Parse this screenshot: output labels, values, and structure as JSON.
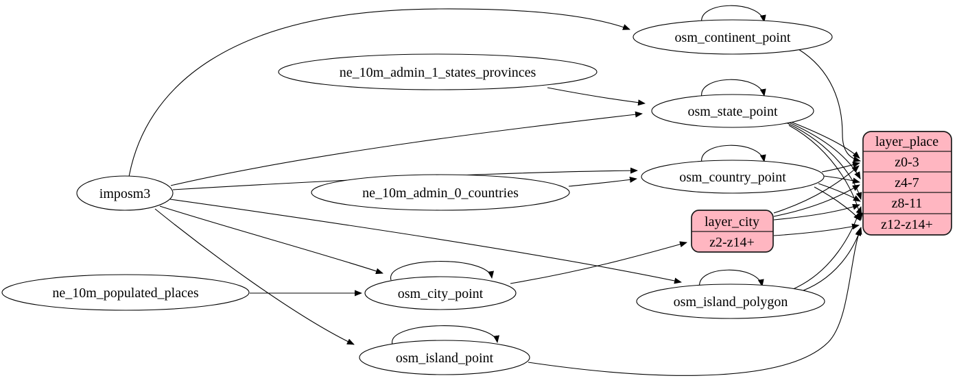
{
  "diagram": {
    "type": "etl-dependency-graph",
    "background": "#ffffff",
    "colors": {
      "node_fill": "#ffffff",
      "record_fill": "#ffb6c1",
      "stroke": "#000000"
    },
    "nodes": {
      "imposm3": "imposm3",
      "ne_10m_admin_1_states_provinces": "ne_10m_admin_1_states_provinces",
      "ne_10m_admin_0_countries": "ne_10m_admin_0_countries",
      "ne_10m_populated_places": "ne_10m_populated_places",
      "osm_continent_point": "osm_continent_point",
      "osm_state_point": "osm_state_point",
      "osm_country_point": "osm_country_point",
      "osm_city_point": "osm_city_point",
      "osm_island_polygon": "osm_island_polygon",
      "osm_island_point": "osm_island_point"
    },
    "records": {
      "layer_place": {
        "header": "layer_place",
        "rows": [
          "z0-3",
          "z4-7",
          "z8-11",
          "z12-z14+"
        ]
      },
      "layer_city": {
        "header": "layer_city",
        "rows": [
          "z2-z14+"
        ]
      }
    },
    "edges": [
      {
        "from": "imposm3",
        "to": "osm_continent_point"
      },
      {
        "from": "imposm3",
        "to": "osm_state_point"
      },
      {
        "from": "imposm3",
        "to": "osm_country_point"
      },
      {
        "from": "imposm3",
        "to": "osm_city_point"
      },
      {
        "from": "imposm3",
        "to": "osm_island_polygon"
      },
      {
        "from": "imposm3",
        "to": "osm_island_point"
      },
      {
        "from": "ne_10m_admin_1_states_provinces",
        "to": "osm_state_point"
      },
      {
        "from": "ne_10m_admin_0_countries",
        "to": "osm_country_point"
      },
      {
        "from": "ne_10m_populated_places",
        "to": "osm_city_point"
      },
      {
        "from": "osm_continent_point",
        "to": "osm_continent_point"
      },
      {
        "from": "osm_state_point",
        "to": "osm_state_point"
      },
      {
        "from": "osm_country_point",
        "to": "osm_country_point"
      },
      {
        "from": "osm_city_point",
        "to": "osm_city_point"
      },
      {
        "from": "osm_island_polygon",
        "to": "osm_island_polygon"
      },
      {
        "from": "osm_island_point",
        "to": "osm_island_point"
      },
      {
        "from": "osm_continent_point",
        "to": "layer_place",
        "port": "z0-3"
      },
      {
        "from": "osm_state_point",
        "to": "layer_place",
        "port": "z0-3"
      },
      {
        "from": "osm_state_point",
        "to": "layer_place",
        "port": "z4-7"
      },
      {
        "from": "osm_state_point",
        "to": "layer_place",
        "port": "z8-11"
      },
      {
        "from": "osm_state_point",
        "to": "layer_place",
        "port": "z12-z14+"
      },
      {
        "from": "osm_country_point",
        "to": "layer_place",
        "port": "z0-3"
      },
      {
        "from": "osm_country_point",
        "to": "layer_place",
        "port": "z4-7"
      },
      {
        "from": "osm_country_point",
        "to": "layer_place",
        "port": "z8-11"
      },
      {
        "from": "osm_country_point",
        "to": "layer_place",
        "port": "z12-z14+"
      },
      {
        "from": "osm_city_point",
        "to": "layer_city",
        "port": "z2-z14+"
      },
      {
        "from": "layer_city",
        "to": "layer_place",
        "port": "z0-3"
      },
      {
        "from": "layer_city",
        "to": "layer_place",
        "port": "z4-7"
      },
      {
        "from": "layer_city",
        "to": "layer_place",
        "port": "z8-11"
      },
      {
        "from": "layer_city",
        "to": "layer_place",
        "port": "z12-z14+"
      },
      {
        "from": "osm_island_polygon",
        "to": "layer_place",
        "port": "z8-11"
      },
      {
        "from": "osm_island_polygon",
        "to": "layer_place",
        "port": "z12-z14+"
      },
      {
        "from": "osm_island_point",
        "to": "layer_place",
        "port": "z12-z14+"
      }
    ]
  }
}
